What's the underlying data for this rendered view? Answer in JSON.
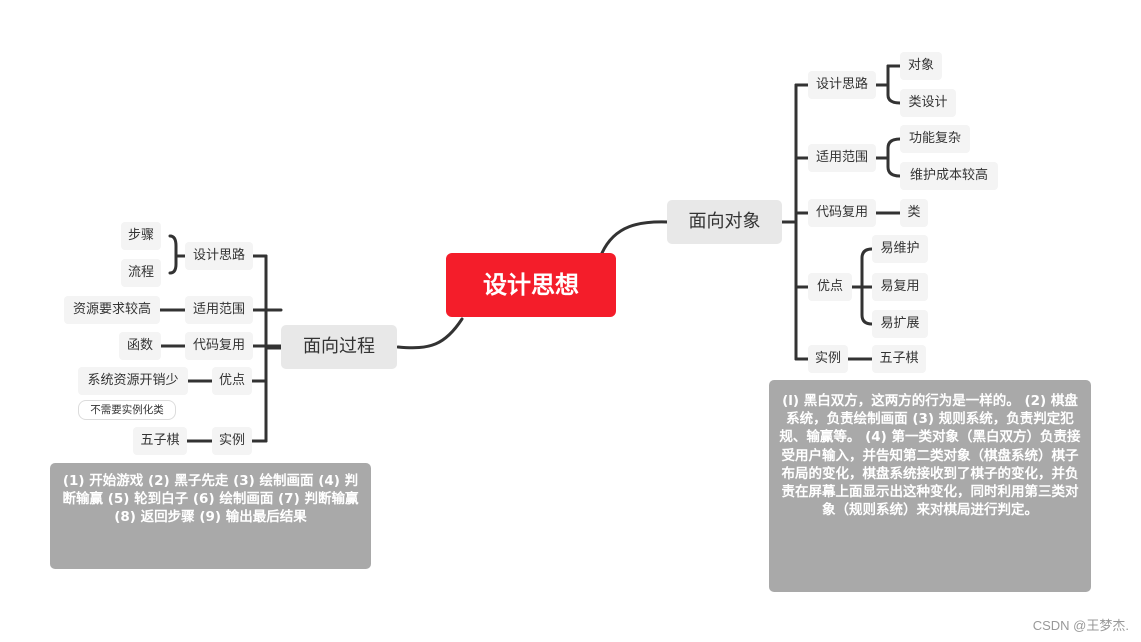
{
  "central": "设计思想",
  "left": {
    "label": "面向过程",
    "design": {
      "label": "设计思路",
      "items": [
        "步骤",
        "流程"
      ]
    },
    "scope": {
      "label": "适用范围",
      "item": "资源要求较高"
    },
    "reuse": {
      "label": "代码复用",
      "item": "函数"
    },
    "pros": {
      "label": "优点",
      "item": "系统资源开销少",
      "note": "不需要实例化类"
    },
    "example": {
      "label": "实例",
      "item": "五子棋"
    },
    "description": "(1) 开始游戏 (2) 黑子先走 (3) 绘制画面 (4) 判断输赢 (5) 轮到白子 (6) 绘制画面 (7) 判断输赢 (8) 返回步骤 (9) 输出最后结果"
  },
  "right": {
    "label": "面向对象",
    "design": {
      "label": "设计思路",
      "items": [
        "对象",
        "类设计"
      ]
    },
    "scope": {
      "label": "适用范围",
      "items": [
        "功能复杂",
        "维护成本较高"
      ]
    },
    "reuse": {
      "label": "代码复用",
      "item": "类"
    },
    "pros": {
      "label": "优点",
      "items": [
        "易维护",
        "易复用",
        "易扩展"
      ]
    },
    "example": {
      "label": "实例",
      "item": "五子棋"
    },
    "description": "(l) 黑白双方，这两方的行为是一样的。 (2) 棋盘系统，负责绘制画面 (3) 规则系统，负责判定犯规、输赢等。 (4) 第一类对象（黑白双方）负责接受用户输入，并告知第二类对象（棋盘系统）棋子布局的变化，棋盘系统接收到了棋子的变化，并负责在屏幕上面显示出这种变化，同时利用第三类对象（规则系统）来对棋局进行判定。"
  },
  "watermark": "CSDN @王梦杰.",
  "colors": {
    "central": "#f41d2a",
    "connector": "#333333",
    "note": "#a9a9a9",
    "node": "#f4f4f4"
  }
}
